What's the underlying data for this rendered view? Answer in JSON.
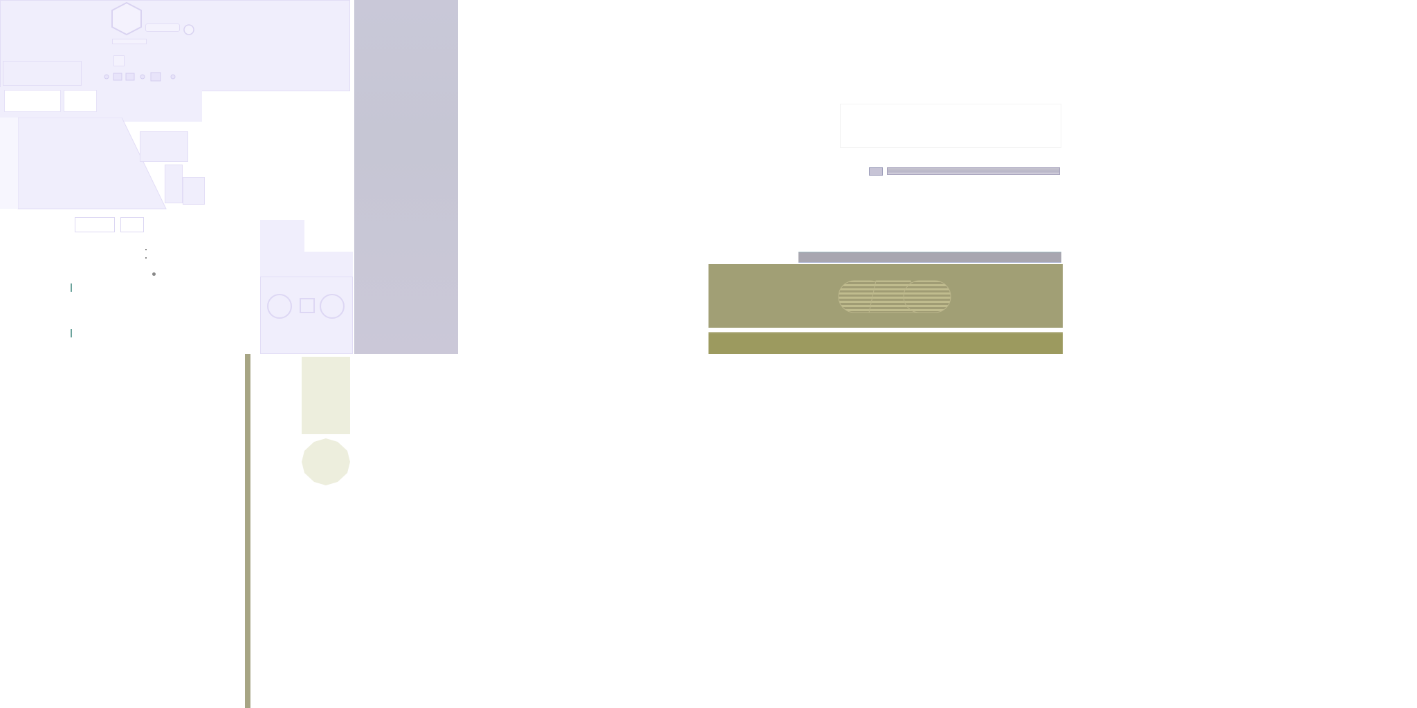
{
  "texture_atlas": {
    "regions": [
      {
        "name": "normal-map-region",
        "color": "#f0eefc"
      },
      {
        "name": "grey-column",
        "color": "#c9c8d8"
      },
      {
        "name": "olive-panel",
        "color": "#a19f75"
      },
      {
        "name": "olive-strip",
        "color": "#9c9a5f"
      },
      {
        "name": "pale-olive-swatch",
        "color": "#edeedd"
      },
      {
        "name": "olive-vertical-strip",
        "color": "#a7a584"
      }
    ]
  }
}
